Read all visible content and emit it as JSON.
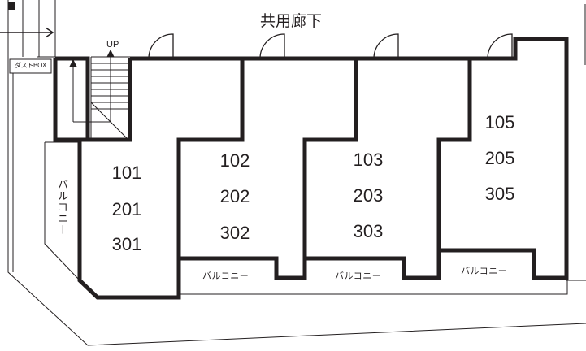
{
  "corridor_label": "共用廊下",
  "stair_label": "UP",
  "dust_box_label": "ダストBOX",
  "balcony_label": "バルコニー",
  "balcony_west_label": "バルコニー",
  "units": [
    {
      "floor1": "101",
      "floor2": "201",
      "floor3": "301"
    },
    {
      "floor1": "102",
      "floor2": "202",
      "floor3": "302"
    },
    {
      "floor1": "103",
      "floor2": "203",
      "floor3": "303"
    },
    {
      "floor1": "105",
      "floor2": "205",
      "floor3": "305"
    }
  ],
  "colors": {
    "wall": "#231f20",
    "line": "#231f20",
    "background": "#ffffff"
  }
}
